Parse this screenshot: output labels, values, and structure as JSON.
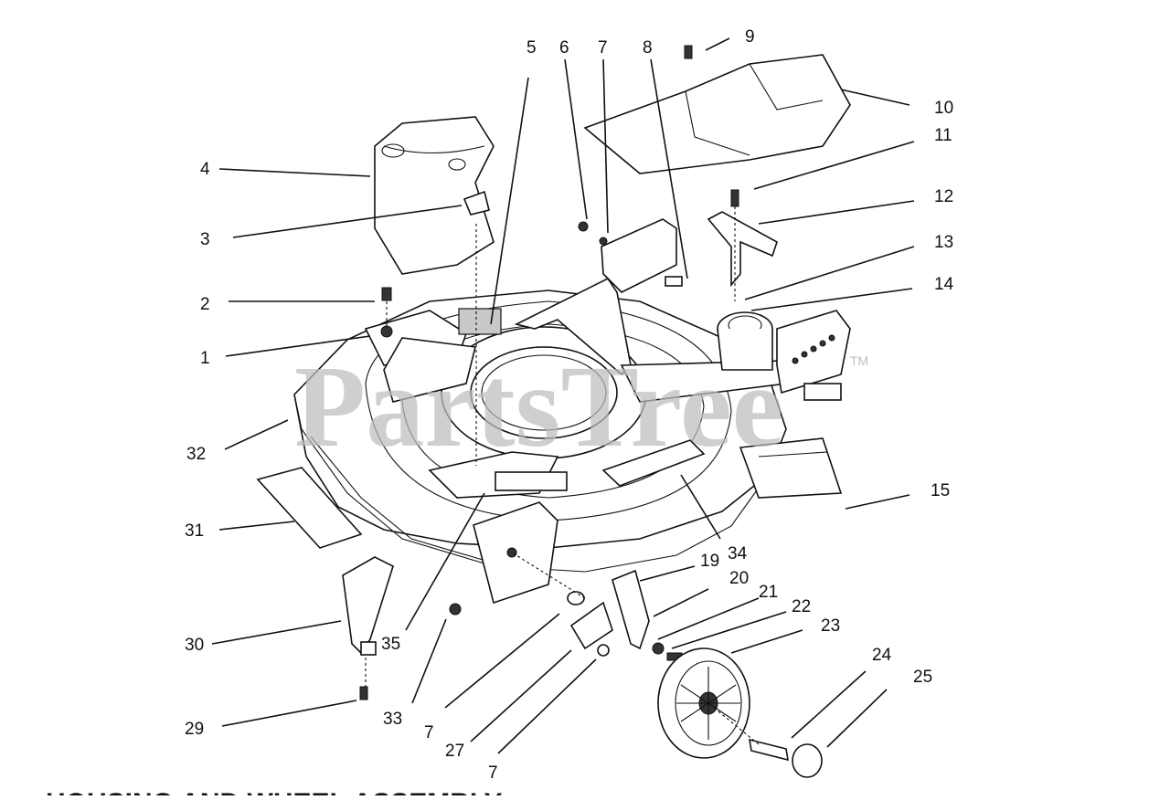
{
  "diagram": {
    "watermark": "PartsTree",
    "watermark_mark": "TM",
    "caption": "HOUSING AND WHEEL ASSEMBLY",
    "callouts": [
      "1",
      "2",
      "3",
      "4",
      "5",
      "6",
      "7",
      "8",
      "9",
      "10",
      "11",
      "12",
      "13",
      "14",
      "15",
      "19",
      "20",
      "21",
      "22",
      "23",
      "24",
      "25",
      "27",
      "29",
      "30",
      "31",
      "32",
      "33",
      "34",
      "35"
    ],
    "callout_7_repeat": "7"
  },
  "colors": {
    "ink": "#111111",
    "watermark": "#bdbdbd",
    "background": "#ffffff"
  }
}
